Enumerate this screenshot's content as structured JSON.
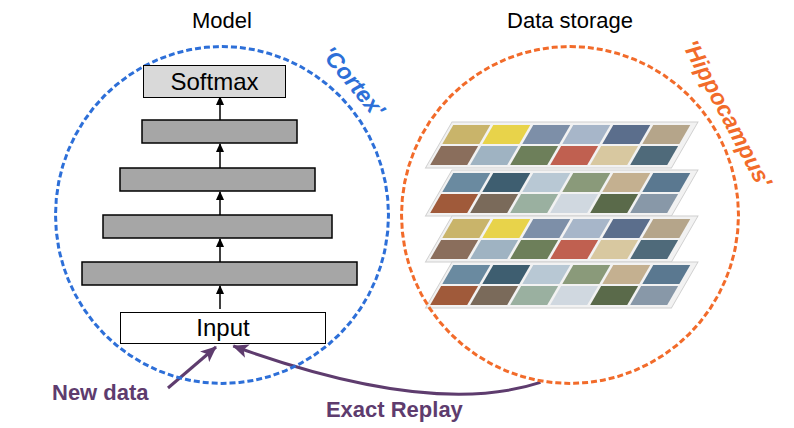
{
  "diagram": {
    "nodes": [
      {
        "text": [
          "Model",
          "'Cortex'"
        ]
      },
      {
        "text": [
          "Softmax"
        ],
        "in": 0
      },
      {
        "text": [
          "Input"
        ],
        "in": 0
      },
      {
        "text": [
          "Data storage",
          "'Hippocampus'"
        ]
      }
    ],
    "edges": [
      {
        "from": 3,
        "to": 2,
        "arrow": "to",
        "label": "Exact Replay"
      }
    ],
    "labels": [
      "New data"
    ]
  }
}
